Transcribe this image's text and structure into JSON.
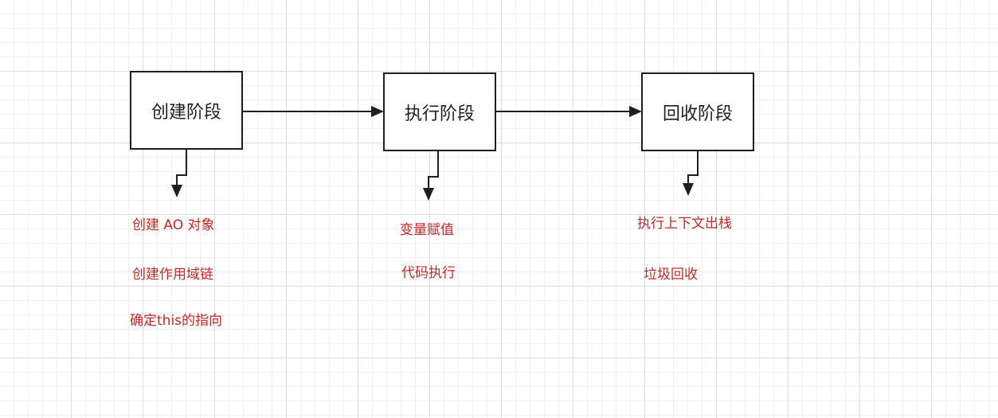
{
  "stages": [
    {
      "label": "创建阶段"
    },
    {
      "label": "执行阶段"
    },
    {
      "label": "回收阶段"
    }
  ],
  "notes": {
    "create": [
      "创建 AO 对象",
      "创建作用域链",
      "确定this的指向"
    ],
    "execute": [
      "变量赋值",
      "代码执行"
    ],
    "recycle": [
      "执行上下文出栈",
      "垃圾回收"
    ]
  },
  "colors": {
    "box_border": "#1f1f1f",
    "arrow": "#1f1f1f",
    "note_text": "#c0282a"
  }
}
